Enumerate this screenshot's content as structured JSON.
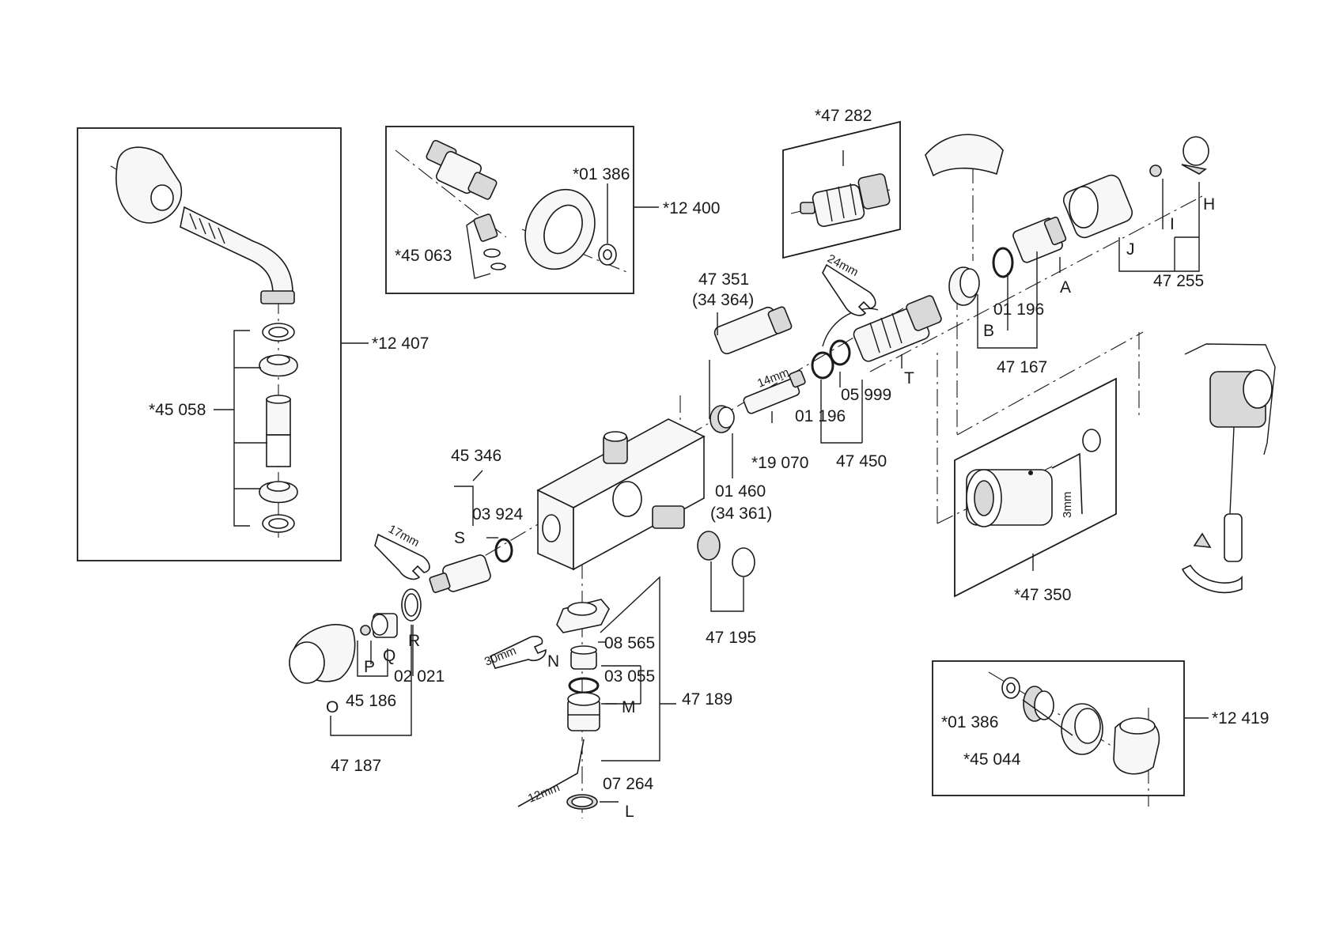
{
  "labels": {
    "p12407": "*12 407",
    "p45058": "*45 058",
    "p01386_top": "*01 386",
    "p12400": "*12 400",
    "p45063": "*45 063",
    "p47282": "*47 282",
    "p47351": "47 351",
    "p34364": "(34 364)",
    "size24": "24mm",
    "size14": "14mm",
    "p05999": "05 999",
    "p01196_mid": "01 196",
    "p19070": "*19 070",
    "p47450": "47 450",
    "letterT": "T",
    "p01460": "01 460",
    "p34361": "(34 361)",
    "p45346": "45 346",
    "p03924": "03 924",
    "letterS": "S",
    "size17": "17mm",
    "letterA": "A",
    "p01196_right": "01 196",
    "letterB": "B",
    "p47167": "47 167",
    "letterH": "H",
    "letterI": "I",
    "letterJ": "J",
    "p47255": "47 255",
    "size3": "3mm",
    "p47350": "*47 350",
    "p47195": "47 195",
    "p08565": "08 565",
    "letterN": "N",
    "p03055": "03 055",
    "size30": "30mm",
    "letterM": "M",
    "p47189": "47 189",
    "p07264": "07 264",
    "size12": "12mm",
    "letterL": "L",
    "letterO": "O",
    "letterP": "P",
    "letterQ": "Q",
    "letterR": "R",
    "p02021": "02 021",
    "p45186": "45 186",
    "p47187": "47 187",
    "p01386_bottom": "*01 386",
    "p12419": "*12 419",
    "p45044": "*45 044"
  }
}
